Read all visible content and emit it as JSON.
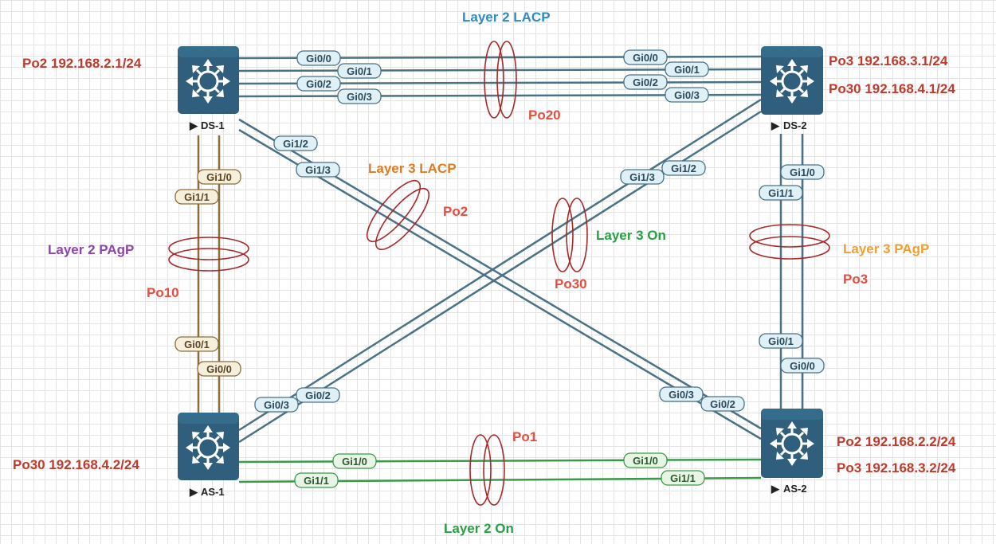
{
  "colors": {
    "steel": "#4a7185",
    "green": "#3a9a4a",
    "brown": "#8b6c3a",
    "ring": "#a82828",
    "ip": "#c0392b",
    "po": "#e84c3d",
    "blue_title": "#2e8bc0",
    "orange_title": "#e07b22",
    "purple_title": "#8e44ad",
    "green_title": "#27a043",
    "gold_title": "#f0a030",
    "port_fill": "#dff0f7",
    "port_stroke": "#4a7185",
    "green_port_fill": "#e8f5e4",
    "brown_port_fill": "#f6efdc",
    "switch": "#2f5f7d"
  },
  "devices": {
    "ds1": {
      "label": "DS-1"
    },
    "ds2": {
      "label": "DS-2"
    },
    "as1": {
      "label": "AS-1"
    },
    "as2": {
      "label": "AS-2"
    }
  },
  "ips": {
    "ds1_po2": "Po2 192.168.2.1/24",
    "ds2_po3": "Po3 192.168.3.1/24",
    "ds2_po30": "Po30 192.168.4.1/24",
    "as1_po30": "Po30 192.168.4.2/24",
    "as2_po2": "Po2 192.168.2.2/24",
    "as2_po3": "Po3 192.168.3.2/24"
  },
  "bundles": {
    "l2_lacp": {
      "title": "Layer 2 LACP",
      "po": "Po20"
    },
    "l3_lacp": {
      "title": "Layer 3 LACP",
      "po": "Po2"
    },
    "l3_on": {
      "title": "Layer 3 On",
      "po": "Po30"
    },
    "l2_pagp": {
      "title": "Layer 2 PAgP",
      "po": "Po10"
    },
    "l3_pagp": {
      "title": "Layer 3 PAgP",
      "po": "Po3"
    },
    "l2_on": {
      "title": "Layer 2 On",
      "po": "Po1"
    }
  },
  "ports": {
    "ds1_gi00": "Gi0/0",
    "ds1_gi01": "Gi0/1",
    "ds1_gi02": "Gi0/2",
    "ds1_gi03": "Gi0/3",
    "ds2_gi00": "Gi0/0",
    "ds2_gi01": "Gi0/1",
    "ds2_gi02": "Gi0/2",
    "ds2_gi03": "Gi0/3",
    "ds1_gi12": "Gi1/2",
    "ds1_gi13": "Gi1/3",
    "ds2_gi12": "Gi1/2",
    "ds2_gi13": "Gi1/3",
    "ds1_gi10": "Gi1/0",
    "ds1_gi11": "Gi1/1",
    "ds2_gi10": "Gi1/0",
    "ds2_gi11": "Gi1/1",
    "as1_gi01": "Gi0/1",
    "as1_gi00": "Gi0/0",
    "as1_gi03": "Gi0/3",
    "as1_gi02": "Gi0/2",
    "as1_gi10": "Gi1/0",
    "as1_gi11": "Gi1/1",
    "as2_gi01": "Gi0/1",
    "as2_gi00": "Gi0/0",
    "as2_gi03": "Gi0/3",
    "as2_gi02": "Gi0/2",
    "as2_gi10": "Gi1/0",
    "as2_gi11": "Gi1/1"
  }
}
